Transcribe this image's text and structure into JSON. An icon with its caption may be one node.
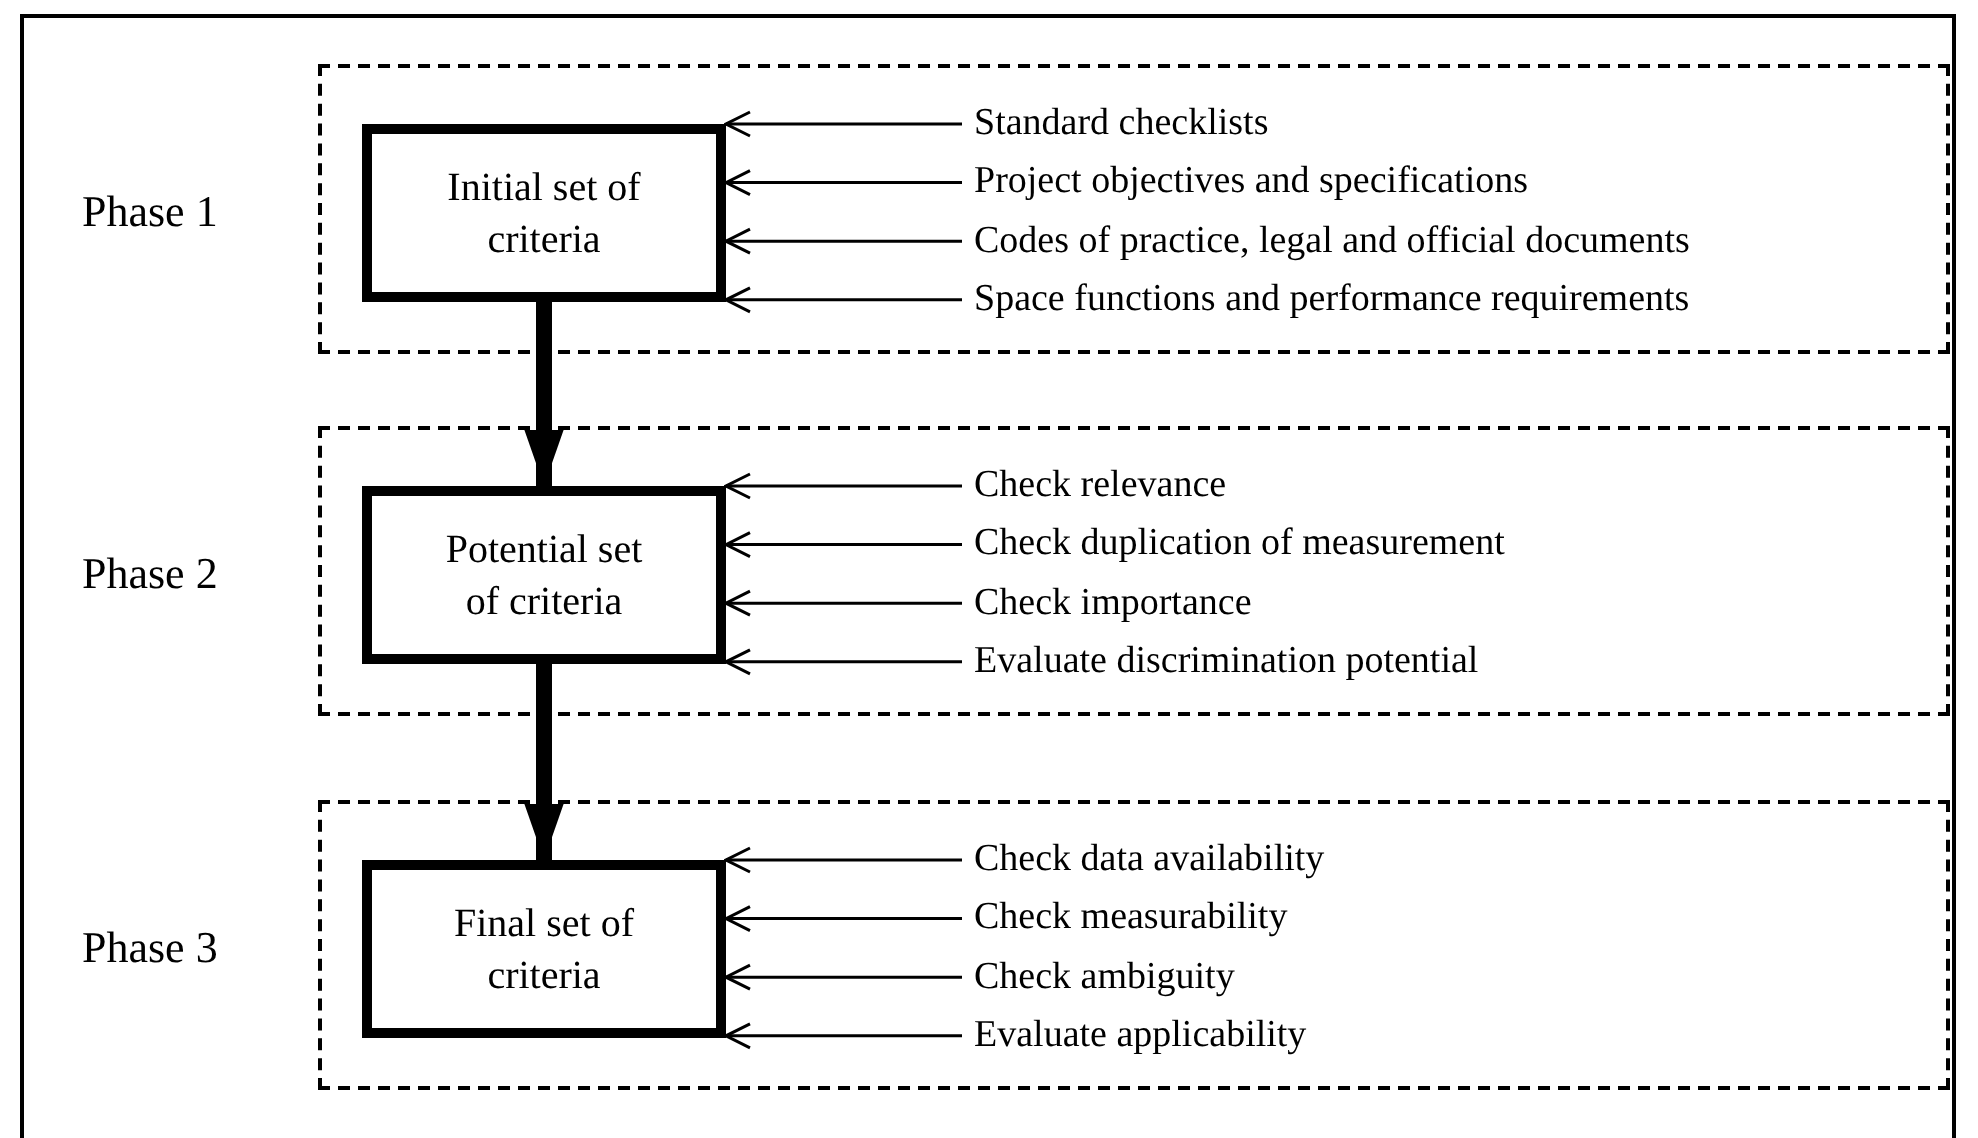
{
  "diagram": {
    "nodes": [
      {
        "text": [
          "Phase 1"
        ]
      },
      {
        "text": [
          "Initial set of criteria"
        ],
        "in": 0
      },
      {
        "text": [
          "Standard checklists"
        ],
        "in": 0
      },
      {
        "text": [
          "Project objectives and specifications"
        ],
        "in": 0
      },
      {
        "text": [
          "Codes of practice, legal and official documents"
        ],
        "in": 0
      },
      {
        "text": [
          "Space functions and performance requirements"
        ],
        "in": 0
      },
      {
        "text": [
          "Phase 2"
        ]
      },
      {
        "text": [
          "Potential set of criteria"
        ],
        "in": 6
      },
      {
        "text": [
          "Check relevance"
        ],
        "in": 6
      },
      {
        "text": [
          "Check duplication of measurement"
        ],
        "in": 6
      },
      {
        "text": [
          "Check importance"
        ],
        "in": 6
      },
      {
        "text": [
          "Evaluate discrimination potential"
        ],
        "in": 6
      },
      {
        "text": [
          "Phase 3"
        ]
      },
      {
        "text": [
          "Final set of criteria"
        ],
        "in": 12
      },
      {
        "text": [
          "Check data availability"
        ],
        "in": 12
      },
      {
        "text": [
          "Check measurability"
        ],
        "in": 12
      },
      {
        "text": [
          "Check ambiguity"
        ],
        "in": 12
      },
      {
        "text": [
          "Evaluate applicability"
        ],
        "in": 12
      }
    ],
    "edges": [
      {
        "from": 2,
        "to": 1,
        "arrow": "to"
      },
      {
        "from": 3,
        "to": 1,
        "arrow": "to"
      },
      {
        "from": 4,
        "to": 1,
        "arrow": "to"
      },
      {
        "from": 5,
        "to": 1,
        "arrow": "to"
      },
      {
        "from": 1,
        "to": 7,
        "arrow": "to",
        "style": "thick"
      },
      {
        "from": 8,
        "to": 7,
        "arrow": "to"
      },
      {
        "from": 9,
        "to": 7,
        "arrow": "to"
      },
      {
        "from": 10,
        "to": 7,
        "arrow": "to"
      },
      {
        "from": 11,
        "to": 7,
        "arrow": "to"
      },
      {
        "from": 7,
        "to": 13,
        "arrow": "to",
        "style": "thick"
      },
      {
        "from": 14,
        "to": 13,
        "arrow": "to"
      },
      {
        "from": 15,
        "to": 13,
        "arrow": "to"
      },
      {
        "from": 16,
        "to": 13,
        "arrow": "to"
      },
      {
        "from": 17,
        "to": 13,
        "arrow": "to"
      }
    ]
  }
}
